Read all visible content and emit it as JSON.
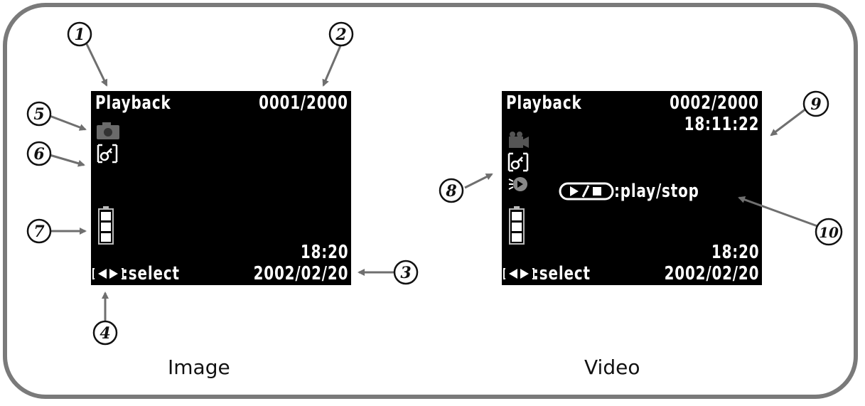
{
  "image_screen": {
    "title": "Playback",
    "counter": "0001/2000",
    "time": "18:20",
    "select_hint": ":select",
    "date": "2002/02/20"
  },
  "video_screen": {
    "title": "Playback",
    "counter": "0002/2000",
    "clock": "18:11:22",
    "play_hint": ":play/stop",
    "time": "18:20",
    "select_hint": ":select",
    "date": "2002/02/20"
  },
  "captions": {
    "image": "Image",
    "video": "Video"
  },
  "callouts": [
    "1",
    "2",
    "3",
    "4",
    "5",
    "6",
    "7",
    "8",
    "9",
    "10"
  ],
  "colors": {
    "frame": "#7a7a7a",
    "screen": "#000000",
    "screen_text": "#ffffff",
    "icon_gray": "#6a6a6a",
    "arrow": "#6f6f6f"
  }
}
